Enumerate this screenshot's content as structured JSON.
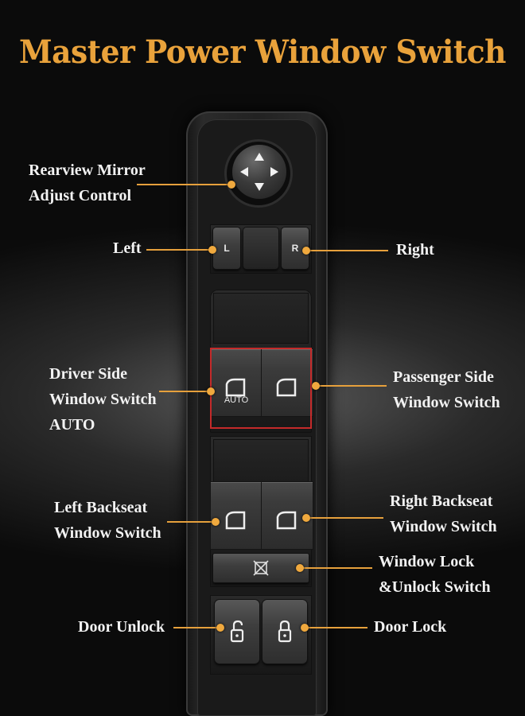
{
  "title": "Master Power Window Switch",
  "labels": {
    "mirror_line1": "Rearview Mirror",
    "mirror_line2": "Adjust Control",
    "left": "Left",
    "right": "Right",
    "driver_line1": "Driver Side",
    "driver_line2": "Window Switch",
    "driver_line3": "AUTO",
    "passenger_line1": "Passenger Side",
    "passenger_line2": "Window Switch",
    "left_back_line1": "Left Backseat",
    "left_back_line2": "Window Switch",
    "right_back_line1": "Right Backseat",
    "right_back_line2": "Window Switch",
    "lock_line1": "Window Lock",
    "lock_line2": "&Unlock Switch",
    "door_unlock": "Door Unlock",
    "door_lock": "Door Lock"
  },
  "switch": {
    "mirror_left": "L",
    "mirror_right": "R",
    "auto": "AUTO"
  },
  "colors": {
    "title": "#e9a23b",
    "lead": "#e6a03c",
    "highlight": "#c42a2a"
  },
  "icons": [
    "arrow-up-icon",
    "arrow-down-icon",
    "arrow-left-icon",
    "arrow-right-icon",
    "window-icon",
    "window-lock-icon",
    "unlock-icon",
    "lock-icon"
  ]
}
